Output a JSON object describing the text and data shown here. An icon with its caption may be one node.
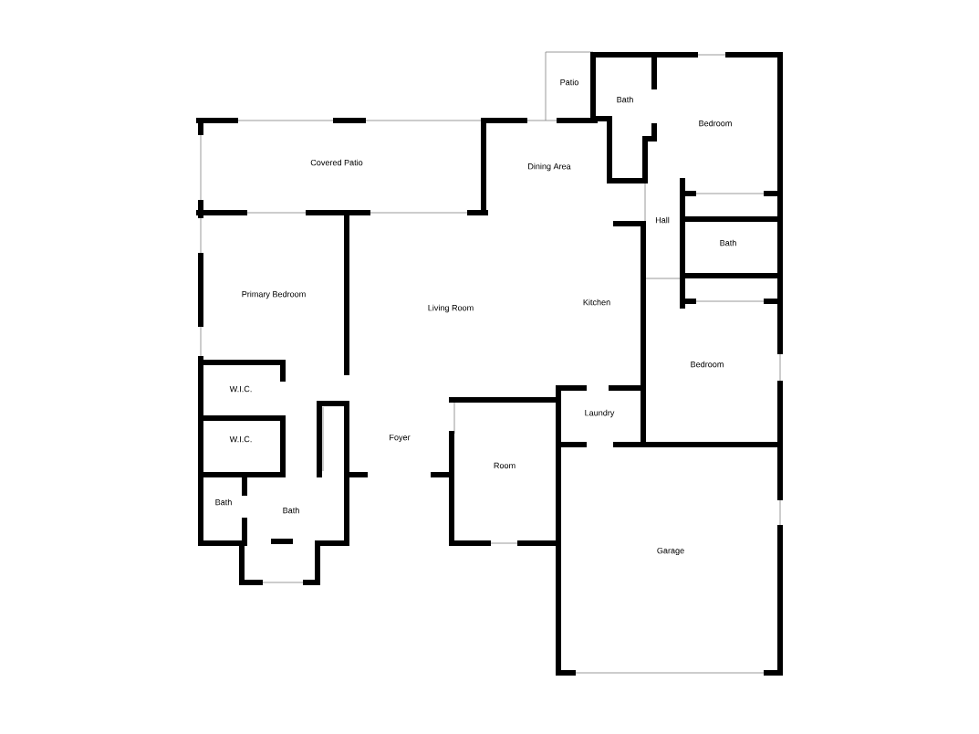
{
  "diagram": {
    "labels": [
      "Patio",
      "Bath",
      "Bedroom",
      "Covered Patio",
      "Dining Area",
      "Hall",
      "Bath",
      "Primary Bedroom",
      "Kitchen",
      "Living Room",
      "Bedroom",
      "W.I.C.",
      "Laundry",
      "W.I.C.",
      "Foyer",
      "Room",
      "Bath",
      "Bath",
      "Garage"
    ]
  }
}
